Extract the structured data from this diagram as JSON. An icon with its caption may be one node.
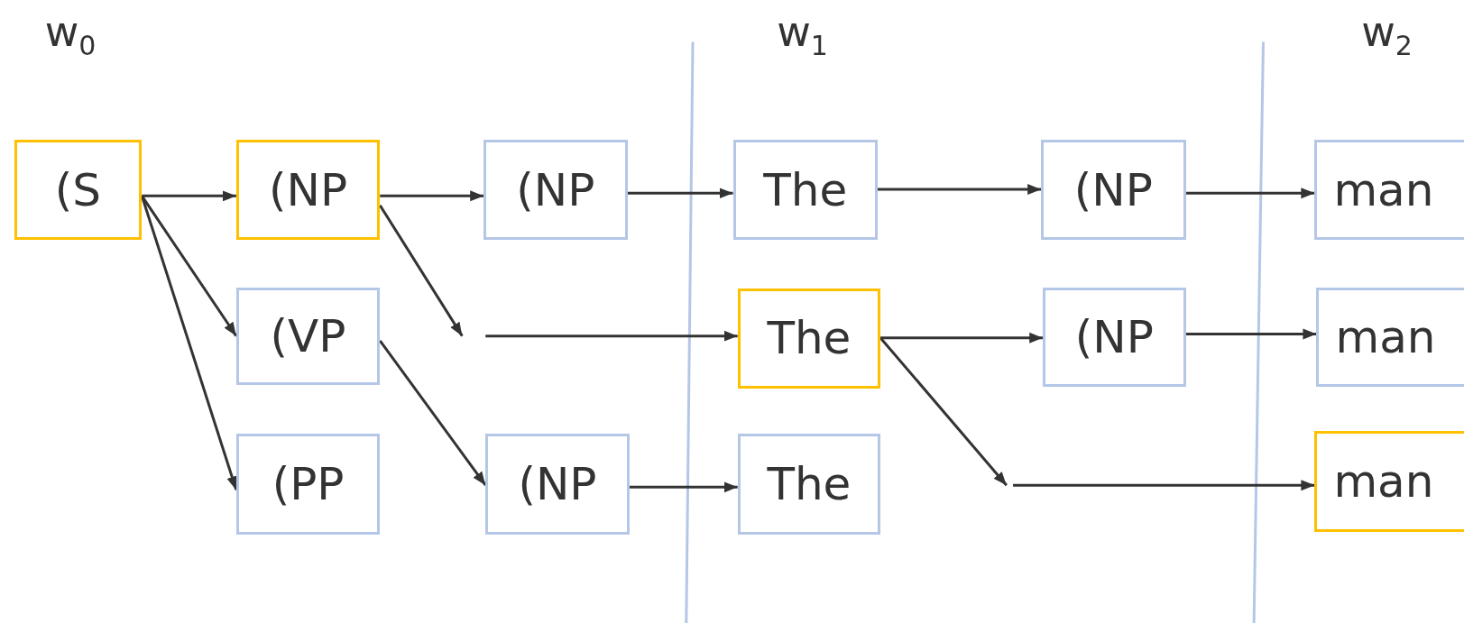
{
  "diagram": {
    "nodes": [
      {
        "text": [
          "(S"
        ]
      },
      {
        "text": [
          "(NP"
        ]
      },
      {
        "text": [
          "(VP"
        ]
      },
      {
        "text": [
          "(PP"
        ]
      },
      {
        "text": [
          "(NP"
        ]
      },
      {
        "text": [
          "(NP"
        ]
      },
      {
        "text": [
          "The"
        ]
      },
      {
        "text": [
          "The"
        ]
      },
      {
        "text": [
          "The"
        ]
      },
      {
        "text": [
          "(NP"
        ]
      },
      {
        "text": [
          "(NP"
        ]
      },
      {
        "text": [
          "man"
        ]
      },
      {
        "text": [
          "man"
        ]
      },
      {
        "text": [
          "man"
        ]
      }
    ],
    "edges": [
      {
        "from": 0,
        "to": 1,
        "arrow": "to"
      },
      {
        "from": 0,
        "to": 2,
        "arrow": "to"
      },
      {
        "from": 0,
        "to": 3,
        "arrow": "to"
      },
      {
        "from": 1,
        "to": 4,
        "arrow": "to"
      },
      {
        "from": 1,
        "to": null,
        "arrow": "to"
      },
      {
        "from": null,
        "to": 7,
        "arrow": "to"
      },
      {
        "from": 2,
        "to": 5,
        "arrow": "to"
      },
      {
        "from": 4,
        "to": 6,
        "arrow": "to"
      },
      {
        "from": 5,
        "to": 8,
        "arrow": "to"
      },
      {
        "from": 6,
        "to": 9,
        "arrow": "to"
      },
      {
        "from": 9,
        "to": 11,
        "arrow": "to"
      },
      {
        "from": 7,
        "to": 10,
        "arrow": "to"
      },
      {
        "from": 7,
        "to": null,
        "arrow": "to"
      },
      {
        "from": null,
        "to": 13,
        "arrow": "to"
      },
      {
        "from": 10,
        "to": 12,
        "arrow": "to"
      }
    ],
    "labels": [
      "w$_{0}$",
      "w$_{1}$",
      "w$_{2}$"
    ]
  }
}
